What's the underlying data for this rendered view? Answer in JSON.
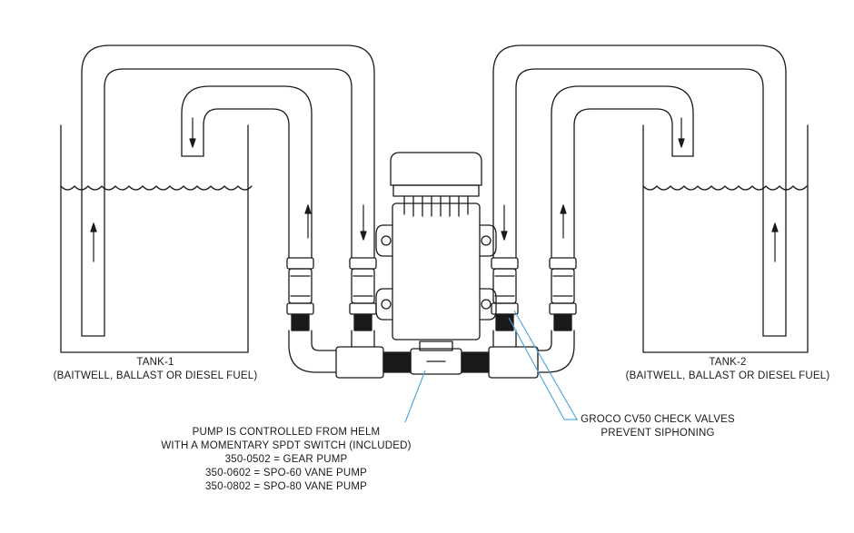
{
  "tank_left": {
    "name": "TANK-1",
    "contents": "(BAITWELL, BALLAST OR DIESEL FUEL)"
  },
  "tank_right": {
    "name": "TANK-2",
    "contents": "(BAITWELL, BALLAST OR DIESEL FUEL)"
  },
  "pump_note": {
    "line1": "PUMP IS CONTROLLED FROM HELM",
    "line2": "WITH A MOMENTARY SPDT SWITCH (INCLUDED)",
    "line3": "350-0502 = GEAR PUMP",
    "line4": "350-0602 = SPO-60 VANE PUMP",
    "line5": "350-0802 = SPO-80 VANE PUMP"
  },
  "valve_note": {
    "line1": "GROCO CV50 CHECK VALVES",
    "line2": "PREVENT SIPHONING"
  },
  "colors": {
    "line": "#1a1a1a",
    "leader": "#4aa3d8",
    "background": "#ffffff"
  }
}
